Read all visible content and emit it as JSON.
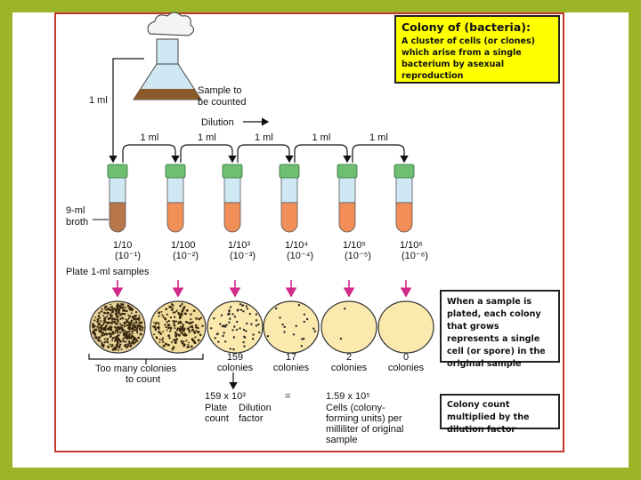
{
  "definition": {
    "title": "Colony of (bacteria):",
    "body": "A cluster of cells (or clones) which arise from a single bacterium by asexual reproduction"
  },
  "flask": {
    "label_line1": "Sample to",
    "label_line2": "be counted",
    "transfer": "1 ml"
  },
  "dilution_label": "Dilution",
  "transfers": [
    "1 ml",
    "1 ml",
    "1 ml",
    "1 ml",
    "1 ml"
  ],
  "broth_label_line1": "9-ml",
  "broth_label_line2": "broth",
  "tubes": [
    {
      "fraction": "1/10",
      "exp": "(10⁻¹)",
      "fill": "#b8774a"
    },
    {
      "fraction": "1/100",
      "exp": "(10⁻²)",
      "fill": "#f28e57"
    },
    {
      "fraction": "1/10³",
      "exp": "(10⁻³)",
      "fill": "#f28e57"
    },
    {
      "fraction": "1/10⁴",
      "exp": "(10⁻⁴)",
      "fill": "#f28e57"
    },
    {
      "fraction": "1/10⁵",
      "exp": "(10⁻⁵)",
      "fill": "#f28e57"
    },
    {
      "fraction": "1/10⁶",
      "exp": "(10⁻⁶)",
      "fill": "#f28e57"
    }
  ],
  "plate_label": "Plate 1-ml samples",
  "plates": [
    {
      "count": "",
      "density": "very-high"
    },
    {
      "count": "",
      "density": "high"
    },
    {
      "count": "159",
      "density": "medium"
    },
    {
      "count": "17",
      "density": "low"
    },
    {
      "count": "2",
      "density": "very-low"
    },
    {
      "count": "0",
      "density": "none"
    }
  ],
  "colonies_word": "colonies",
  "too_many_line1": "Too many colonies",
  "too_many_line2": "to count",
  "equation": {
    "left": "159 x 10³",
    "equals": "=",
    "right": "1.59 x 10⁵",
    "plate_count_1": "Plate",
    "plate_count_2": "count",
    "dilution_1": "Dilution",
    "dilution_2": "factor",
    "cells_1": "Cells (colony-",
    "cells_2": "forming units) per",
    "cells_3": "milliliter of original",
    "cells_4": "sample"
  },
  "note_plated": "When a sample is plated, each colony that grows represents a single cell (or spore) in the original sample",
  "note_count": "Colony count multiplied by the dilution factor",
  "colors": {
    "background": "#9bb429",
    "frame": "#c0392b",
    "callout": "#ffff00",
    "cap": "#6fbf73",
    "arrow": "#d02a8a"
  }
}
